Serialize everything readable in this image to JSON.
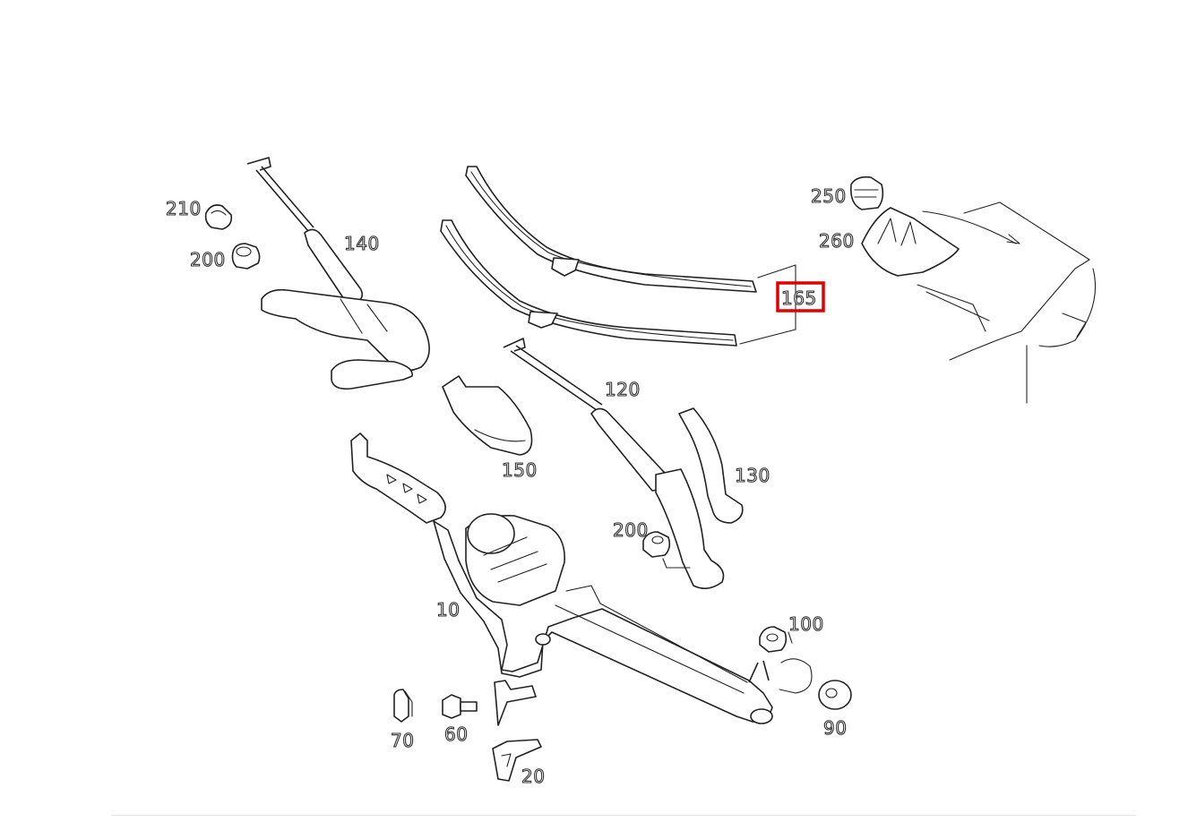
{
  "callouts": {
    "p210": "210",
    "p200a": "200",
    "p140": "140",
    "p165": "165",
    "p250": "250",
    "p260": "260",
    "p120": "120",
    "p150": "150",
    "p130": "130",
    "p200b": "200",
    "p10": "10",
    "p100": "100",
    "p90": "90",
    "p70": "70",
    "p60": "60",
    "p20": "20"
  },
  "highlight": {
    "part": "165",
    "color": "#e00000"
  }
}
